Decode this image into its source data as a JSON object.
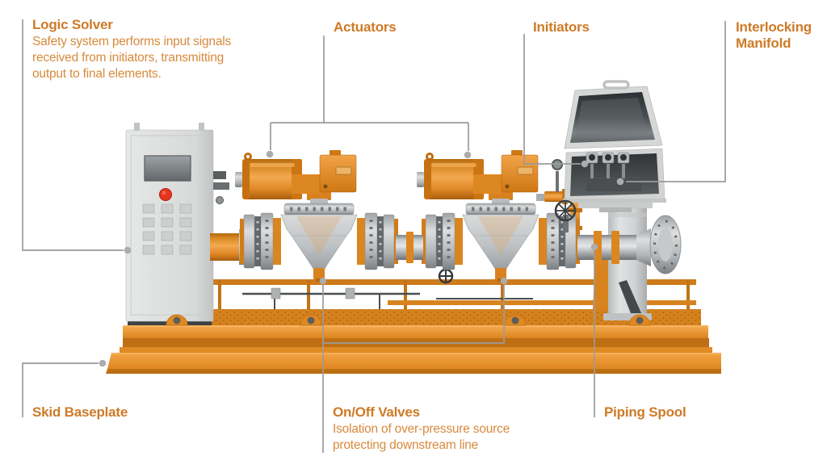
{
  "labels": {
    "logic_solver": {
      "title": "Logic Solver",
      "description": "Safety system performs input signals received from initiators, transmitting output to final elements."
    },
    "actuators": {
      "title": "Actuators"
    },
    "initiators": {
      "title": "Initiators"
    },
    "interlocking_manifold": {
      "title": "Interlocking Manifold"
    },
    "skid_baseplate": {
      "title": "Skid Baseplate"
    },
    "onoff_valves": {
      "title": "On/Off Valves",
      "description": "Isolation of over-pressure source protecting downstream line"
    },
    "piping_spool": {
      "title": "Piping Spool"
    }
  },
  "colors": {
    "label_title": "#CE7A26",
    "label_text": "#D78A3C",
    "leader_line": "#9B9B9B",
    "machine_orange": "#E8922F",
    "machine_metal": "#C0C3C5",
    "baseplate_orange": "#EE9832",
    "cabinet_gray": "#DCDEDD",
    "alarm_red": "#E6321E",
    "background": "#FFFFFF"
  }
}
